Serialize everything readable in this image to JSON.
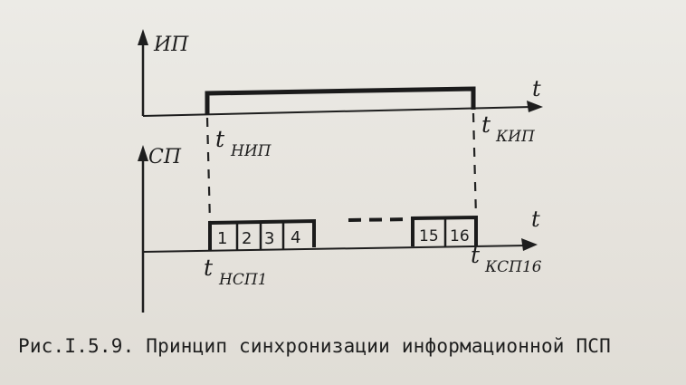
{
  "diagram": {
    "ip_axis_label": "ИП",
    "sp_axis_label": "СП",
    "time_label_top": "t",
    "time_label_bottom": "t",
    "t_nip": {
      "base": "t",
      "sub": "НИП"
    },
    "t_kip": {
      "base": "t",
      "sub": "КИП"
    },
    "t_nsp1": {
      "base": "t",
      "sub": "НСП1"
    },
    "t_ksp16": {
      "base": "t",
      "sub": "КСП16"
    },
    "cells": [
      "1",
      "2",
      "3",
      "4",
      "15",
      "16"
    ]
  },
  "caption": "Рис.I.5.9. Принцип синхронизации информационной ПСП"
}
